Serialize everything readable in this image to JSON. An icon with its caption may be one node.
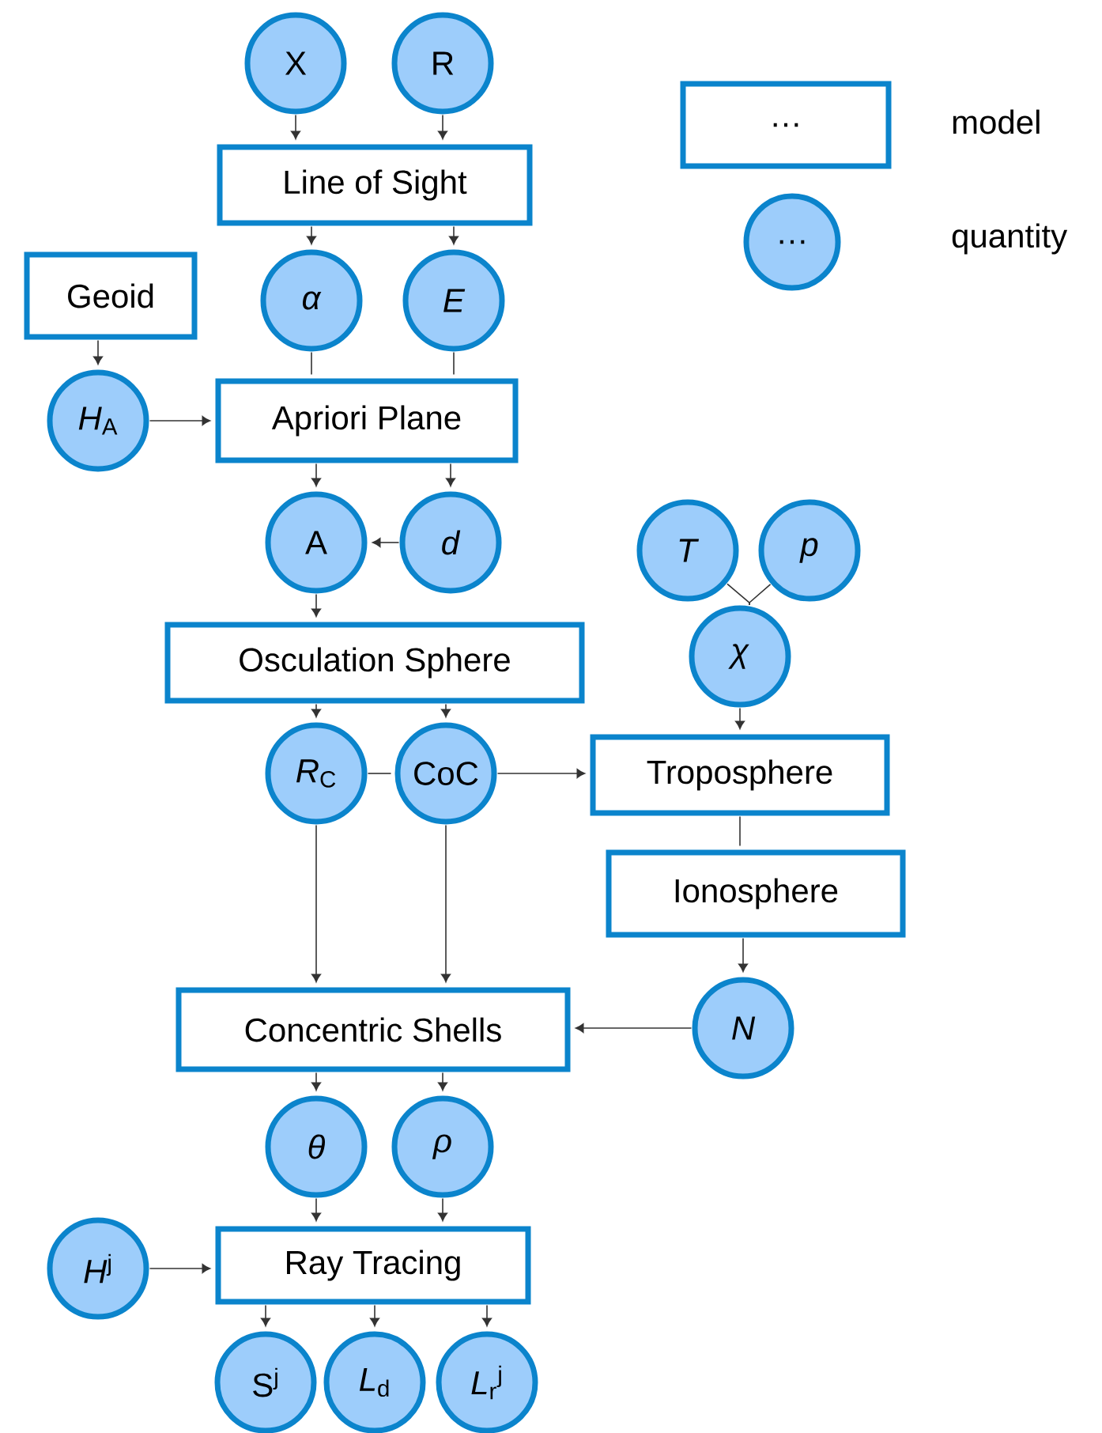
{
  "diagram": {
    "nodes": [
      {
        "text": [
          "X"
        ]
      },
      {
        "text": [
          "R"
        ]
      },
      {
        "text": [
          "Line of Sight"
        ]
      },
      {
        "text": [
          "Geoid"
        ]
      },
      {
        "text": [
          "*α*"
        ]
      },
      {
        "text": [
          "*E*"
        ]
      },
      {
        "text": [
          "*H*$_{A}$"
        ]
      },
      {
        "text": [
          "Apriori Plane"
        ]
      },
      {
        "text": [
          "A"
        ]
      },
      {
        "text": [
          "*d*"
        ]
      },
      {
        "text": [
          "*T*"
        ]
      },
      {
        "text": [
          "*p*"
        ]
      },
      {
        "text": [
          "*χ*"
        ]
      },
      {
        "text": [
          "Osculation Sphere"
        ]
      },
      {
        "text": [
          "*R*$_{C}$"
        ]
      },
      {
        "text": [
          "CoC"
        ]
      },
      {
        "text": [
          "Troposphere"
        ]
      },
      {
        "text": [
          "Ionosphere"
        ]
      },
      {
        "text": [
          "*N*"
        ]
      },
      {
        "text": [
          "Concentric Shells"
        ]
      },
      {
        "text": [
          "*θ*"
        ]
      },
      {
        "text": [
          "*ρ*"
        ]
      },
      {
        "text": [
          "*H*$^{j}$"
        ]
      },
      {
        "text": [
          "Ray Tracing"
        ]
      },
      {
        "text": [
          "S$^{j}$"
        ]
      },
      {
        "text": [
          "*L*$_{d}$"
        ]
      },
      {
        "text": [
          "*L*$_{r}$$^{j}$"
        ]
      }
    ],
    "edges": [
      {
        "from": 0,
        "to": 2,
        "arrow": "to"
      },
      {
        "from": 1,
        "to": 2,
        "arrow": "to"
      },
      {
        "from": 2,
        "to": 4,
        "arrow": "to"
      },
      {
        "from": 2,
        "to": 5,
        "arrow": "to"
      },
      {
        "from": 4,
        "to": 7,
        "arrow": "none"
      },
      {
        "from": 5,
        "to": 7,
        "arrow": "none"
      },
      {
        "from": 3,
        "to": 6,
        "arrow": "to"
      },
      {
        "from": 6,
        "to": 7,
        "arrow": "to"
      },
      {
        "from": 7,
        "to": 8,
        "arrow": "to"
      },
      {
        "from": 7,
        "to": 9,
        "arrow": "to"
      },
      {
        "from": 9,
        "to": 8,
        "arrow": "to"
      },
      {
        "from": 8,
        "to": 13,
        "arrow": "to"
      },
      {
        "from": 10,
        "to": 12,
        "arrow": "none"
      },
      {
        "from": 11,
        "to": 12,
        "arrow": "none"
      },
      {
        "from": 12,
        "to": 16,
        "arrow": "to"
      },
      {
        "from": 13,
        "to": 14,
        "arrow": "to"
      },
      {
        "from": 13,
        "to": 15,
        "arrow": "to"
      },
      {
        "from": 14,
        "to": 15,
        "arrow": "none"
      },
      {
        "from": 15,
        "to": 16,
        "arrow": "to"
      },
      {
        "from": 14,
        "to": 19,
        "arrow": "to"
      },
      {
        "from": 15,
        "to": 19,
        "arrow": "to"
      },
      {
        "from": 16,
        "to": 17,
        "arrow": "none"
      },
      {
        "from": 17,
        "to": 18,
        "arrow": "to"
      },
      {
        "from": 18,
        "to": 19,
        "arrow": "to"
      },
      {
        "from": 19,
        "to": 20,
        "arrow": "to"
      },
      {
        "from": 19,
        "to": 21,
        "arrow": "to"
      },
      {
        "from": 20,
        "to": 23,
        "arrow": "to"
      },
      {
        "from": 21,
        "to": 23,
        "arrow": "to"
      },
      {
        "from": 22,
        "to": 23,
        "arrow": "to"
      },
      {
        "from": 23,
        "to": 24,
        "arrow": "to"
      },
      {
        "from": 23,
        "to": 25,
        "arrow": "to"
      },
      {
        "from": 23,
        "to": 26,
        "arrow": "to"
      }
    ],
    "labels": [
      "…",
      "…"
    ],
    "legend": [
      {
        "text": "model"
      },
      {
        "text": "quantity"
      }
    ]
  }
}
